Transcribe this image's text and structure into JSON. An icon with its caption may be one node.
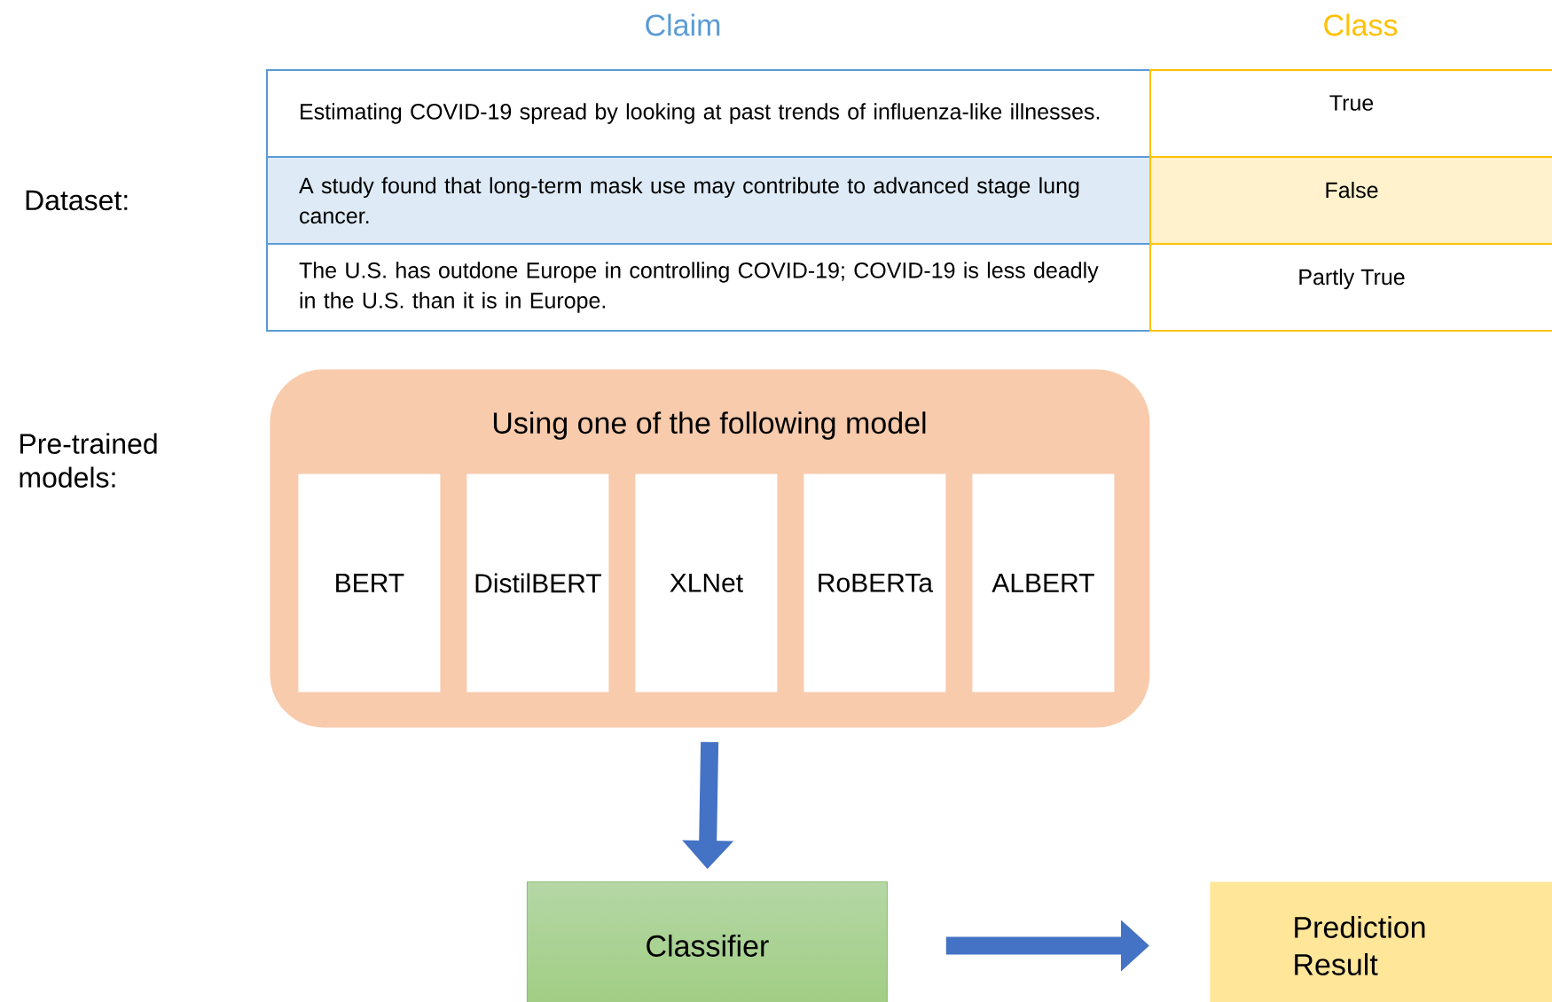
{
  "diagram": {
    "nodes": [
      {
        "text": [
          "Using one of the following model"
        ]
      },
      {
        "text": [
          "BERT"
        ],
        "in": 0
      },
      {
        "text": [
          "DistilBERT"
        ],
        "in": 0
      },
      {
        "text": [
          "XLNet"
        ],
        "in": 0
      },
      {
        "text": [
          "RoBERTa"
        ],
        "in": 0
      },
      {
        "text": [
          "ALBERT"
        ],
        "in": 0
      },
      {
        "text": [
          "Classifier"
        ]
      },
      {
        "text": [
          "Prediction Result"
        ]
      }
    ],
    "edges": [
      {
        "from": 0,
        "to": 6,
        "arrow": "to"
      },
      {
        "from": 6,
        "to": 7,
        "arrow": "to"
      }
    ],
    "labels": [
      "Claim",
      "Class",
      "Dataset:",
      "Estimating COVID-19 spread by looking at past trends of influenza-like illnesses.",
      "True",
      "A study found that long-term mask use may contribute to advanced stage lung cancer.",
      "False",
      "The U.S. has outdone Europe in controlling COVID-19; COVID-19 is less deadly in the U.S. than it is in Europe.",
      "Partly True",
      "Pre-trained models:"
    ]
  }
}
